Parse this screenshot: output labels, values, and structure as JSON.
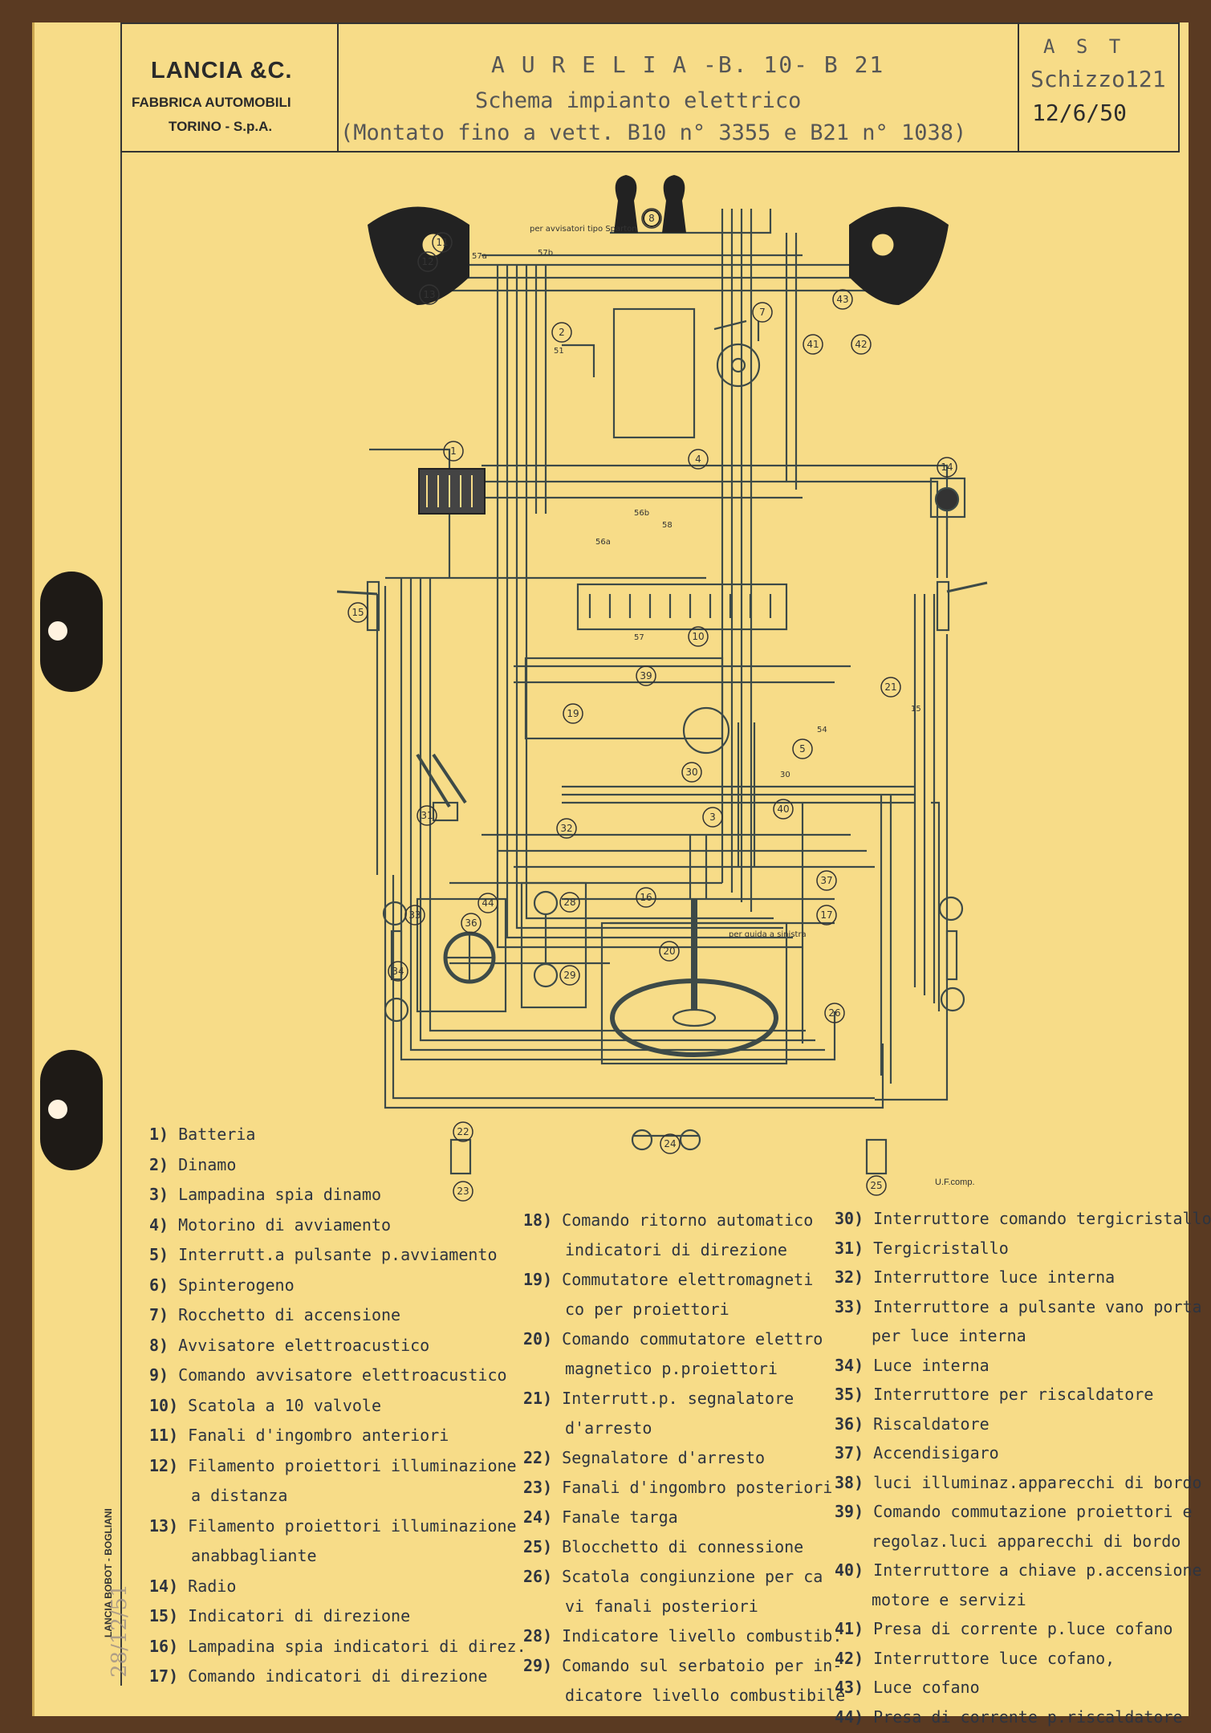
{
  "title_block": {
    "company": "LANCIA &C.",
    "company_sub": "FABBRICA AUTOMOBILI",
    "company_city": "TORINO - S.p.A.",
    "model": "A U R E L I A  -B. 10- B 21",
    "subject": "Schema impianto elettrico",
    "note": "(Montato fino a vett. B10 n° 3355 e B21 n° 1038)",
    "dept": "A S T",
    "sketch": "Schizzo121",
    "date": "12/6/50"
  },
  "stamp": "LANCIA BOBOT - BOGLIANI",
  "signature": "28/12/51",
  "small_mark": "U.F.comp.",
  "diagram_labels": {
    "horn_note": "per avvisatori tipo Sparton",
    "guide_note": "per guida a sinistra",
    "wire_57a": "57a",
    "wire_57b": "57b",
    "wire_56a": "56a",
    "wire_56b": "56b",
    "wire_58": "58",
    "wire_57": "57",
    "wire_51": "51",
    "wire_30": "30",
    "wire_54": "54",
    "wire_15": "15"
  },
  "legend": {
    "col1": [
      {
        "n": "1)",
        "t": "Batteria"
      },
      {
        "n": "2)",
        "t": "Dinamo"
      },
      {
        "n": "3)",
        "t": "Lampadina spia dinamo"
      },
      {
        "n": "4)",
        "t": "Motorino di avviamento"
      },
      {
        "n": "5)",
        "t": "Interrutt.a pulsante p.avviamento"
      },
      {
        "n": "6)",
        "t": "Spinterogeno"
      },
      {
        "n": "7)",
        "t": "Rocchetto di accensione"
      },
      {
        "n": "8)",
        "t": "Avvisatore elettroacustico"
      },
      {
        "n": "9)",
        "t": "Comando avvisatore elettroacustico"
      },
      {
        "n": "10)",
        "t": "Scatola a 10 valvole"
      },
      {
        "n": "11)",
        "t": "Fanali d'ingombro anteriori"
      },
      {
        "n": "12)",
        "t": "Filamento proiettori illuminazione"
      },
      {
        "n": "",
        "t": "a distanza"
      },
      {
        "n": "13)",
        "t": "Filamento proiettori illuminazione"
      },
      {
        "n": "",
        "t": "anabbagliante"
      },
      {
        "n": "14)",
        "t": "Radio"
      },
      {
        "n": "15)",
        "t": "Indicatori di direzione"
      },
      {
        "n": "16)",
        "t": "Lampadina spia indicatori di direz."
      },
      {
        "n": "17)",
        "t": "Comando indicatori di direzione"
      }
    ],
    "col2": [
      {
        "n": "18)",
        "t": "Comando ritorno automatico"
      },
      {
        "n": "",
        "t": "indicatori di direzione"
      },
      {
        "n": "19)",
        "t": "Commutatore elettromagneti"
      },
      {
        "n": "",
        "t": "co per proiettori"
      },
      {
        "n": "20)",
        "t": "Comando commutatore elettro"
      },
      {
        "n": "",
        "t": "magnetico p.proiettori"
      },
      {
        "n": "21)",
        "t": "Interrutt.p. segnalatore"
      },
      {
        "n": "",
        "t": "d'arresto"
      },
      {
        "n": "22)",
        "t": "Segnalatore d'arresto"
      },
      {
        "n": "23)",
        "t": "Fanali d'ingombro posteriori"
      },
      {
        "n": "24)",
        "t": "Fanale targa"
      },
      {
        "n": "25)",
        "t": "Blocchetto di connessione"
      },
      {
        "n": "26)",
        "t": "Scatola congiunzione per ca"
      },
      {
        "n": "",
        "t": "vi fanali posteriori"
      },
      {
        "n": "28)",
        "t": "Indicatore livello combustib."
      },
      {
        "n": "29)",
        "t": "Comando sul serbatoio per in-"
      },
      {
        "n": "",
        "t": "dicatore livello combustibile"
      }
    ],
    "col3": [
      {
        "n": "30)",
        "t": "Interruttore comando tergicristallo"
      },
      {
        "n": "31)",
        "t": "Tergicristallo"
      },
      {
        "n": "32)",
        "t": "Interruttore luce interna"
      },
      {
        "n": "33)",
        "t": "Interruttore a pulsante vano porta"
      },
      {
        "n": "",
        "t": "per luce interna"
      },
      {
        "n": "34)",
        "t": "Luce interna"
      },
      {
        "n": "35)",
        "t": "Interruttore per riscaldatore"
      },
      {
        "n": "36)",
        "t": "Riscaldatore"
      },
      {
        "n": "37)",
        "t": "Accendisigaro"
      },
      {
        "n": "38)",
        "t": "luci illuminaz.apparecchi di bordo"
      },
      {
        "n": "39)",
        "t": "Comando commutazione proiettori e"
      },
      {
        "n": "",
        "t": "regolaz.luci apparecchi di bordo"
      },
      {
        "n": "40)",
        "t": "Interruttore a chiave p.accensione"
      },
      {
        "n": "",
        "t": "motore e servizi"
      },
      {
        "n": "41)",
        "t": "Presa di corrente p.luce cofano"
      },
      {
        "n": "42)",
        "t": "Interruttore luce cofano,"
      },
      {
        "n": "43)",
        "t": "Luce cofano"
      },
      {
        "n": "44)",
        "t": "Presa di corrente p.riscaldatore"
      }
    ]
  },
  "colors": {
    "paper": "#f7dc88",
    "ink": "#2e3440",
    "wire": "#3d4a48",
    "frame": "#5a3a22"
  }
}
